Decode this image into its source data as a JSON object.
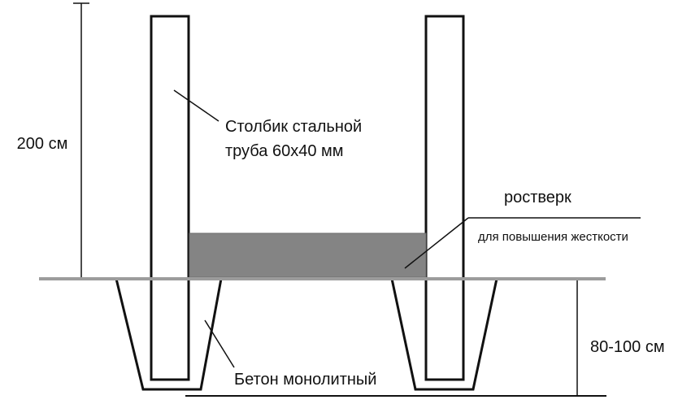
{
  "diagram": {
    "labels": {
      "dim_left": "200 см",
      "dim_right": "80-100 см",
      "post_line1": "Столбик стальной",
      "post_line2": "труба 60х40 мм",
      "rostverk": "ростверк",
      "rostverk_note": "для повышения жесткости",
      "concrete": "Бетон монолитный"
    },
    "colors": {
      "outline": "#111111",
      "ground": "#9c9c9c",
      "beam": "#848484",
      "background": "#ffffff"
    }
  }
}
